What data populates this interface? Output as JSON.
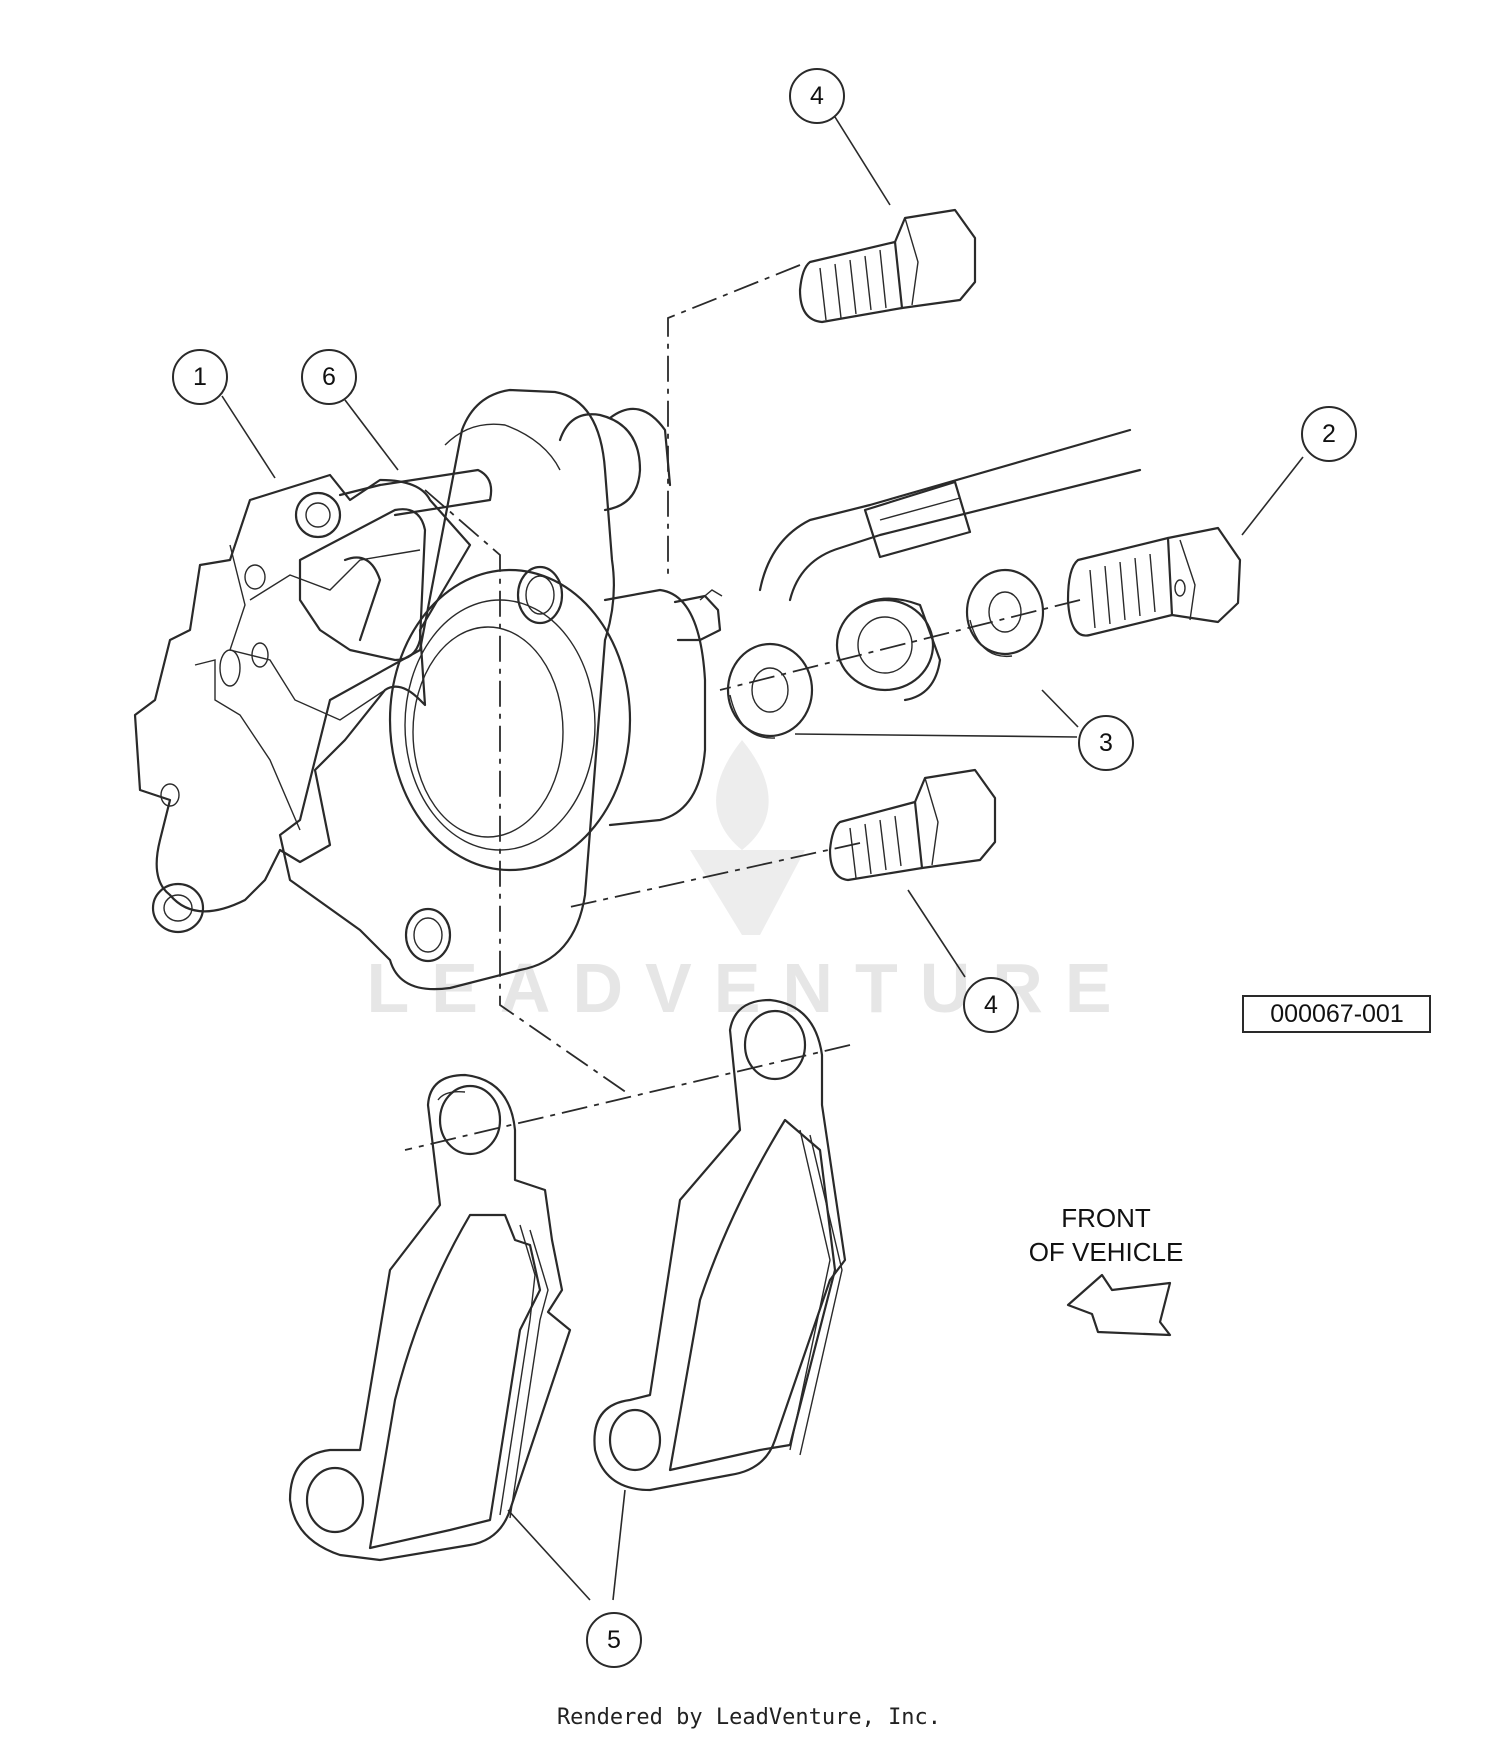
{
  "callouts": [
    {
      "label": "1"
    },
    {
      "label": "6"
    },
    {
      "label": "4"
    },
    {
      "label": "2"
    },
    {
      "label": "3"
    },
    {
      "label": "4"
    },
    {
      "label": "5"
    }
  ],
  "reference_number": "000067-001",
  "direction_note": {
    "line1": "FRONT",
    "line2": "OF VEHICLE"
  },
  "watermark": "LEADVENTURE",
  "footer": "Rendered by LeadVenture, Inc."
}
